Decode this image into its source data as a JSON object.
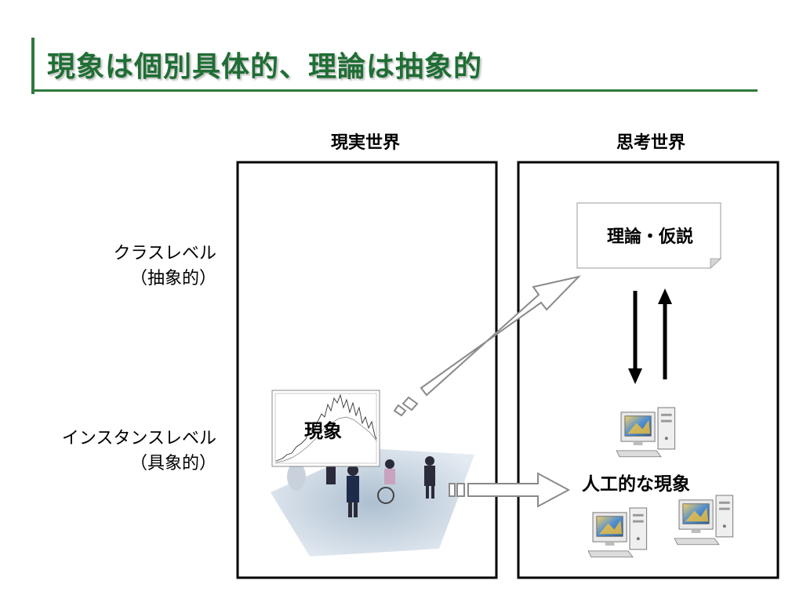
{
  "slide": {
    "title": "現象は個別具体的、理論は抽象的"
  },
  "columns": {
    "real_world": "現実世界",
    "thought_world": "思考世界"
  },
  "levels": {
    "class_line1": "クラスレベル",
    "class_line2": "（抽象的）",
    "instance_line1": "インスタンスレベル",
    "instance_line2": "（具象的）"
  },
  "boxes": {
    "phenomenon": "現象",
    "theory": "理論・仮説",
    "artificial_phenomenon": "人工的な現象"
  },
  "colors": {
    "title_green": "#1f6e34",
    "rule_green": "#2e7a3c",
    "frame": "#000000",
    "arrow_outline": "#8a8a8a"
  },
  "icons": [
    "computer-icon",
    "computer-icon",
    "computer-icon",
    "people-photo"
  ]
}
